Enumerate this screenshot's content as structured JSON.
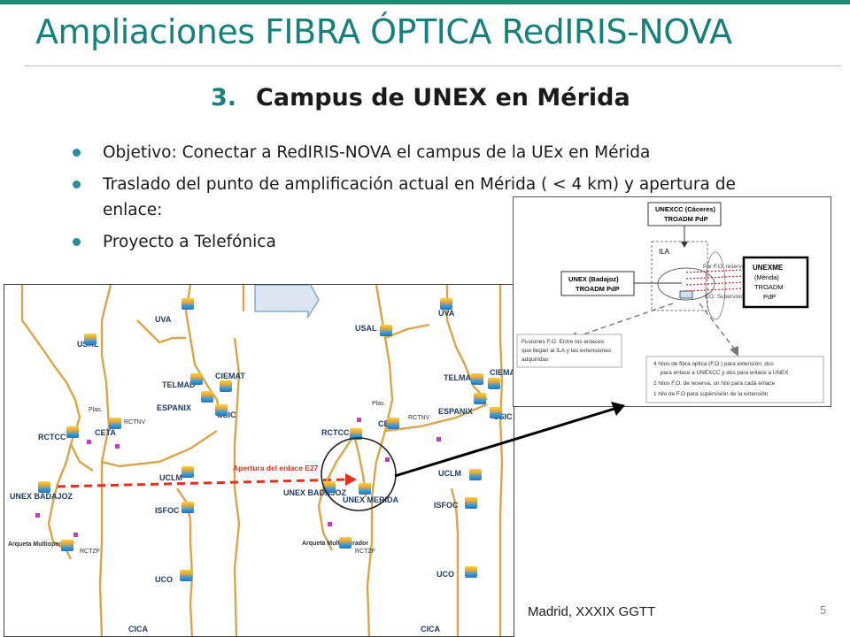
{
  "slide": {
    "title": "Ampliaciones FIBRA ÓPTICA RedIRIS-NOVA",
    "section_number": "3.",
    "section_title": "Campus de UNEX en Mérida",
    "bullets": [
      "Objetivo: Conectar a RedIRIS-NOVA el campus de la UEx en Mérida",
      "Traslado del punto de amplificación actual en Mérida ( < 4 km)  y apertura de enlace:",
      "Proyecto  a Telefónica"
    ],
    "footer": "Madrid, XXXIX GGTT",
    "page_number": "5"
  },
  "map_left": {
    "nodes": [
      "UVA",
      "USAL",
      "CIEMAT",
      "TELMAD",
      "ESPANIX",
      "CSIC",
      "RCTCC",
      "CETA",
      "UCLM",
      "UNEX BADAJOZ",
      "ISFOC",
      "UCO",
      "CICA"
    ],
    "small_labels": [
      "Plas.",
      "RCTNV",
      "Arqueta Multioperador",
      "RCTZF"
    ],
    "link_label": "Apertura del enlace E27"
  },
  "map_right": {
    "nodes": [
      "UVA",
      "USAL",
      "CIEMAT",
      "TELMAD",
      "ESPANIX",
      "CSIC",
      "RCTCC",
      "CETA",
      "UCLM",
      "UNEX BADAJOZ",
      "UNEX MERIDA",
      "ISFOC",
      "UCO",
      "CICA"
    ],
    "small_labels": [
      "Plas.",
      "RCTNV",
      "Arqueta Multioperador",
      "RCTZF"
    ]
  },
  "diagram": {
    "unexcc_line1": "UNEXCC (Cáceres)",
    "unexcc_line2": "TROADM PdP",
    "ila_label": "ILA",
    "unex_line1": "UNEX (Badajoz)",
    "unex_line2": "TROADM PdP",
    "unexme_line1": "UNEXME",
    "unexme_line2": "(Mérida)",
    "unexme_line3": "TROADM",
    "unexme_line4": "PdP",
    "par_fo": "Par F.O. reserva",
    "fo_supervision": "F.O. Supervisión",
    "fusion_note": [
      "Fusiones F.O. Entre los enlaces",
      "que llegan al ILA  y las extensiones",
      "adquiridas"
    ],
    "detail_notes": [
      "4 hilos  de fibra óptica (F.O.) para extensión:  dos",
      "para enlace a UNEXCC y dos para enlace a UNEX",
      "2 hilos F.O. de reserva, un hilo para cada enlace",
      "1 hilo de F.O para supervisión de la extensión"
    ]
  },
  "colors": {
    "accent": "#16807a",
    "bullet": "#2c8c99",
    "top_bar": "#1f8a70",
    "fiber_line": "#d8a54a",
    "dashed_link": "#e53020"
  }
}
